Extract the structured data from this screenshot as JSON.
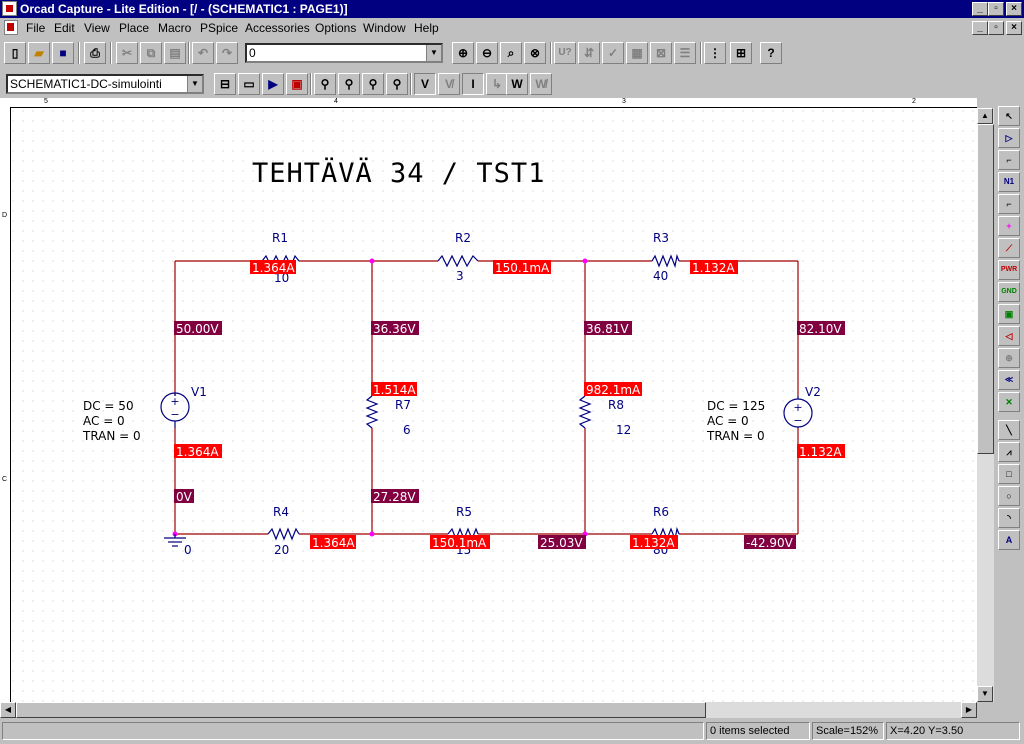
{
  "window": {
    "title": "Orcad Capture - Lite Edition - [/ - (SCHEMATIC1 : PAGE1)]"
  },
  "menu": {
    "items": [
      "File",
      "Edit",
      "View",
      "Place",
      "Macro",
      "PSpice",
      "Accessories",
      "Options",
      "Window",
      "Help"
    ]
  },
  "toolbar": {
    "part_combo_value": "0",
    "profile_combo_value": "SCHEMATIC1-DC-simulointi",
    "voltage_btn": "V",
    "current_btn": "I",
    "power_btn": "W"
  },
  "ruler": {
    "top_marks": [
      "5",
      "4",
      "3",
      "2"
    ],
    "left_marks": [
      "D",
      "C"
    ]
  },
  "schematic": {
    "title": "TEHTÄVÄ 34 / TST1",
    "ground_label": "0",
    "parts": {
      "R1": {
        "name": "R1",
        "value": "10"
      },
      "R2": {
        "name": "R2",
        "value": "3"
      },
      "R3": {
        "name": "R3",
        "value": "40"
      },
      "R4": {
        "name": "R4",
        "value": "20"
      },
      "R5": {
        "name": "R5",
        "value": "15"
      },
      "R6": {
        "name": "R6",
        "value": "80"
      },
      "R7": {
        "name": "R7",
        "value": "6"
      },
      "R8": {
        "name": "R8",
        "value": "12"
      },
      "V1": {
        "name": "V1",
        "dc": "DC = 50",
        "ac": "AC = 0",
        "tran": "TRAN = 0"
      },
      "V2": {
        "name": "V2",
        "dc": "DC = 125",
        "ac": "AC = 0",
        "tran": "TRAN = 0"
      }
    },
    "currents": {
      "r1": "1.364A",
      "r2": "150.1mA",
      "r3": "1.132A",
      "r7": "1.514A",
      "r8": "982.1mA",
      "v1": "1.364A",
      "v2": "1.132A",
      "r4": "1.364A",
      "r5": "150.1mA",
      "r6": "1.132A"
    },
    "voltages": {
      "n1": "50.00V",
      "n2": "36.36V",
      "n3": "36.81V",
      "n4": "82.10V",
      "n5": "0V",
      "n6": "27.28V",
      "n7": "25.03V",
      "n8": "-42.90V"
    },
    "colors": {
      "wire": "#a00000",
      "part": "#000080",
      "current_label": "#ff0000",
      "voltage_label": "#800040",
      "grid": "#c8c8c8"
    }
  },
  "status": {
    "pane1": "",
    "selection": "0 items selected",
    "scale": "Scale=152%",
    "coords": "X=4.20  Y=3.50"
  }
}
